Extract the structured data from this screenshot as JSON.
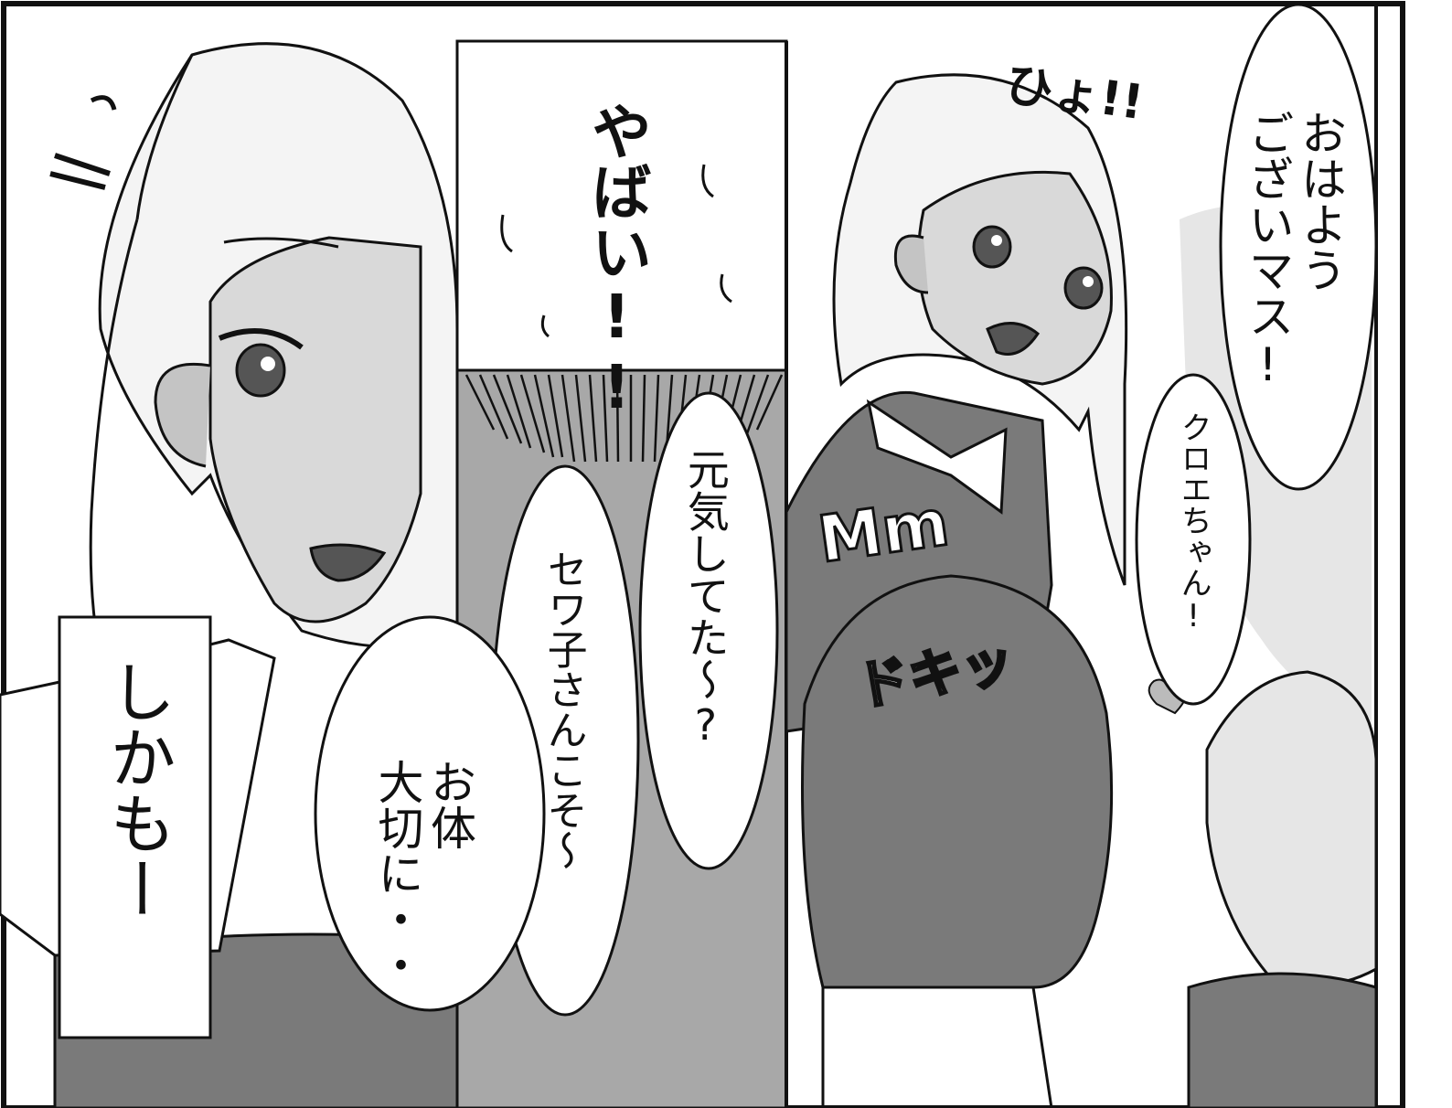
{
  "panels": {
    "left": {
      "caption_box_text": "やばい!!",
      "caption_box_lower_text": "しかもー",
      "bubble_genki": "元気してた〜?",
      "bubble_sewako": "セワ子さんこそ〜",
      "bubble_okarada": "お体\n大切に・・"
    },
    "right": {
      "sfx_hyo": "ひょ!!",
      "bubble_ohayou": "おはよう\nございマス!",
      "bubble_kuroe": "クロエちゃん!",
      "sfx_mumu": "Mm",
      "sfx_dokiri": "ドキッ"
    }
  },
  "colors": {
    "ink": "#111111",
    "paper": "#ffffff",
    "tone_light": "#d9d9d9",
    "tone_mid": "#a8a8a8",
    "tone_dark": "#7a7a7a"
  }
}
